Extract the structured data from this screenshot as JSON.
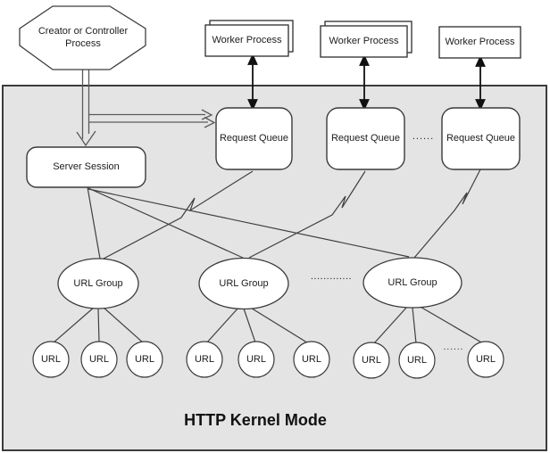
{
  "title": "HTTP Kernel Mode",
  "octagon": {
    "label": "Creator or Controller Process"
  },
  "workers": [
    {
      "label": "Worker Process",
      "stacked": true
    },
    {
      "label": "Worker Process",
      "stacked": true
    },
    {
      "label": "Worker Process",
      "stacked": false
    }
  ],
  "request_queues": [
    {
      "label": "Request Queue"
    },
    {
      "label": "Request Queue"
    },
    {
      "label": "Request Queue"
    }
  ],
  "server_session": {
    "label": "Server Session"
  },
  "url_groups": [
    {
      "label": "URL Group"
    },
    {
      "label": "URL Group"
    },
    {
      "label": "URL Group"
    }
  ],
  "urls": [
    "URL",
    "URL",
    "URL",
    "URL",
    "URL",
    "URL",
    "URL",
    "URL",
    "URL"
  ],
  "ellipsis": {
    "between_queues": "......",
    "between_groups": ".............",
    "between_urls": "......"
  },
  "colors": {
    "kernel_fill": "#e4e4e4",
    "kernel_border": "#3c3c3c",
    "node_fill": "#ffffff",
    "node_border": "#3a3a3a",
    "connector": "#404040",
    "arrow": "#111111",
    "hollow_arrow": "#5a5a5a"
  }
}
